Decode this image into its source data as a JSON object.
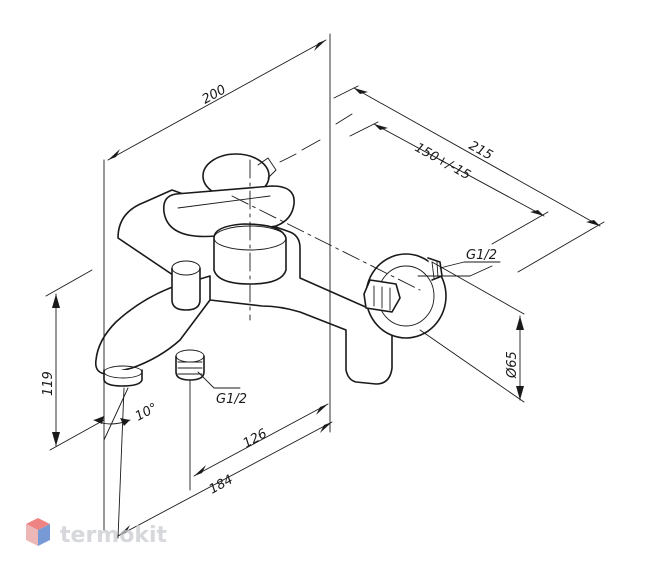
{
  "dimensions": {
    "width_total": "200",
    "depth_total": "215",
    "center_distance": "150+/-15",
    "connection_top": "G1/2",
    "connection_bottom": "G1/2",
    "height": "119",
    "flange_diameter": "Ø65",
    "angle": "10°",
    "spout_offset": "126",
    "spout_reach": "184"
  },
  "watermark": {
    "text": "termokit",
    "colors": {
      "top": "#e85a5a",
      "bottom": "#4a78c8",
      "side": "#e8a0a0"
    }
  }
}
